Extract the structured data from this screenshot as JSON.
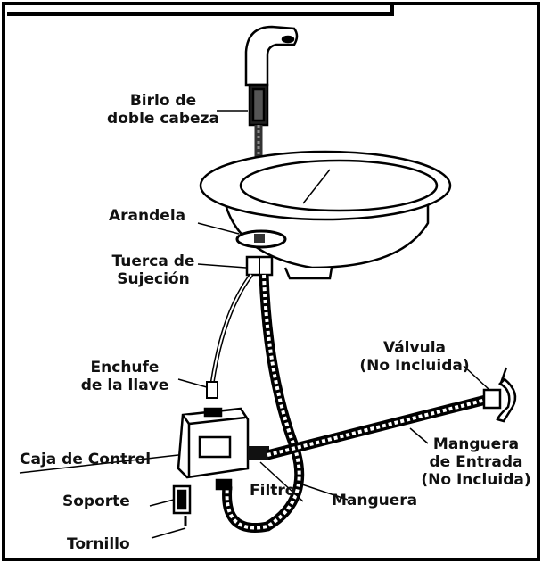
{
  "labels": {
    "birlo_line1": "Birlo de",
    "birlo_line2": "doble cabeza",
    "arandela": "Arandela",
    "tuerca_line1": "Tuerca de",
    "tuerca_line2": "Sujeción",
    "valvula_line1": "Válvula",
    "valvula_line2": "(No Incluida)",
    "enchufe_line1": "Enchufe",
    "enchufe_line2": "de la llave",
    "caja": "Caja de Control",
    "manguera_entrada_line1": "Manguera",
    "manguera_entrada_line2": "de Entrada",
    "manguera_entrada_line3": "(No Incluida)",
    "filtro": "Filtro",
    "manguera": "Manguera",
    "soporte": "Soporte",
    "tornillo": "Tornillo"
  }
}
